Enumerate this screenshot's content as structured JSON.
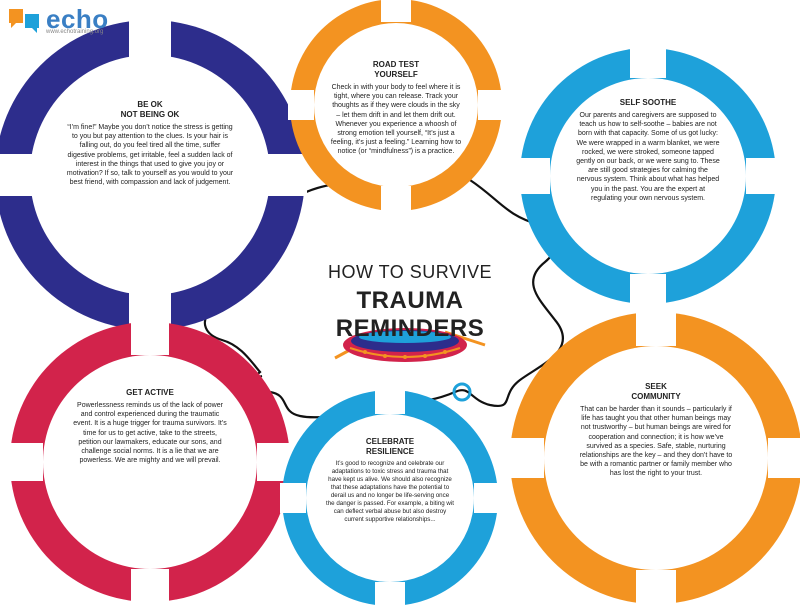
{
  "brand": {
    "name": "echo",
    "url": "www.echotraining.org",
    "colors": {
      "blue": "#3a7fc4",
      "orange": "#f39321",
      "navy": "#2d2d8c",
      "sky": "#1ea1da",
      "magenta": "#d2234b",
      "rope": "#111111"
    }
  },
  "title": {
    "line1": "HOW TO SURVIVE",
    "line2": "TRAUMA REMINDERS"
  },
  "buoys": [
    {
      "id": "be-ok",
      "color": "navy",
      "title": "BE OK\nNOT BEING OK",
      "body": "“I’m fine!” Maybe you don’t notice the stress is getting to you but pay attention to the clues. Is your hair is falling out, do you feel tired all the time, suffer digestive problems, get irritable, feel a sudden lack of interest in the things that used to give you joy or motivation? If so, talk to yourself as you would to your best friend, with compassion and lack of judgement."
    },
    {
      "id": "road-test",
      "color": "orange",
      "title": "ROAD TEST\nYOURSELF",
      "body": "Check in with your body to feel where it is tight, where you can release. Track your thoughts as if they were clouds in the sky – let them drift in and let them drift out. Whenever you experience a whoosh of strong emotion tell yourself, “It’s just a feeling, it’s just a feeling.” Learning how to notice (or “mindfulness”) is a practice."
    },
    {
      "id": "self-soothe",
      "color": "sky",
      "title": "SELF SOOTHE",
      "body": "Our parents and caregivers are supposed to teach us how to self-soothe – babies are not born with that capacity. Some of us got lucky: We were wrapped in a warm blanket, we were rocked, we were stroked, someone tapped gently on our back, or we were sung to. These are still good strategies for calming the nervous system. Think about what has helped you in the past. You are the expert at regulating your own nervous system."
    },
    {
      "id": "get-active",
      "color": "magenta",
      "title": "GET ACTIVE",
      "body": "Powerlessness reminds us of the lack of power and control experienced during the traumatic event. It is a huge trigger for trauma survivors. It’s time for us to get active, take to the streets, petition our lawmakers, educate our sons, and challenge social norms. It is a lie that we are powerless. We are mighty and we will prevail."
    },
    {
      "id": "celebrate",
      "color": "sky",
      "title": "CELEBRATE\nRESILIENCE",
      "body": "It’s good to recognize and celebrate our adaptations to toxic stress and trauma that have kept us alive. We should also recognize that these adaptations have the potential to derail us and no longer be life-serving once the danger is passed. For example, a biting wit can deflect verbal abuse but also destroy current supportive relationships..."
    },
    {
      "id": "seek-community",
      "color": "orange",
      "title": "SEEK\nCOMMUNITY",
      "body": "That can be harder than it sounds – particularly if life has taught you that other human beings may not trustworthy – but human beings are wired for cooperation and connection; it is how we’ve survived as a species. Safe, stable, nurturing relationships are the key – and they don’t have to be with a romantic partner or family member who has lost the right to your trust."
    }
  ]
}
